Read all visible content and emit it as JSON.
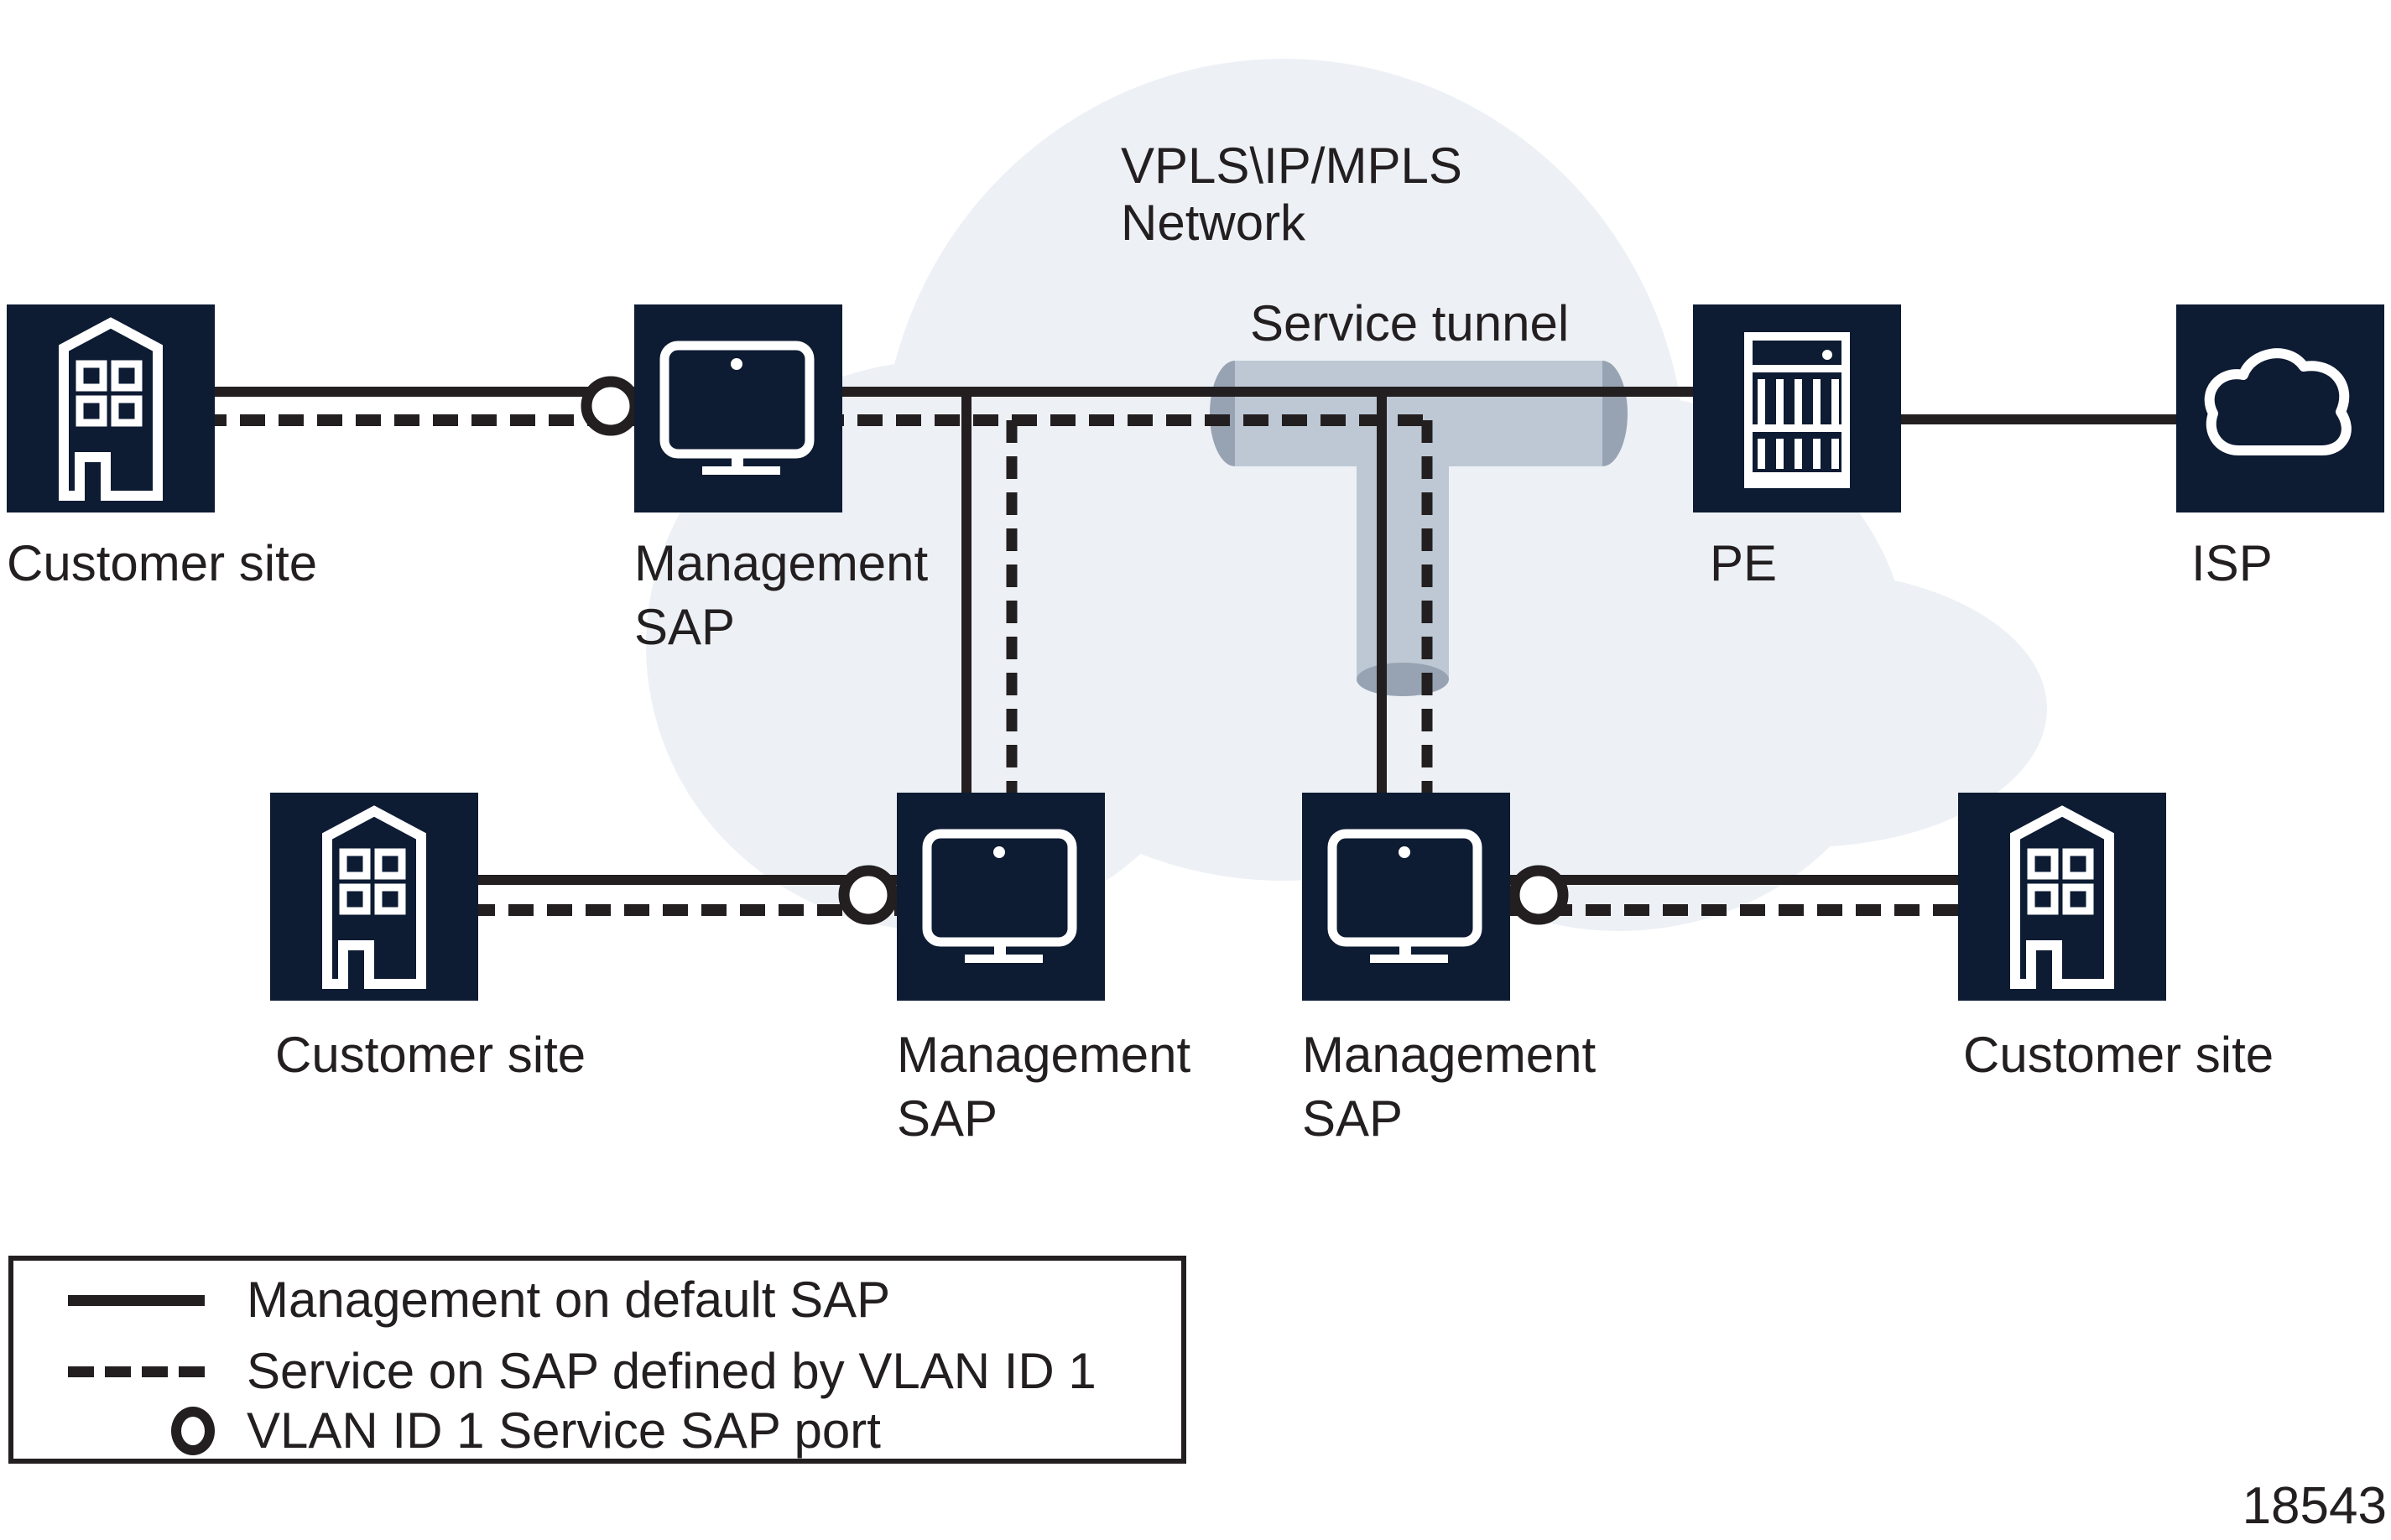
{
  "figure": {
    "number": "18543"
  },
  "cloud": {
    "label_line1": "VPLS\\IP/MPLS",
    "label_line2": "Network"
  },
  "tunnel": {
    "label": "Service tunnel"
  },
  "nodes": {
    "customer_site_top_left": {
      "label": "Customer site"
    },
    "management_sap_top": {
      "label_line1": "Management",
      "label_line2": "SAP"
    },
    "pe": {
      "label": "PE"
    },
    "isp": {
      "label": "ISP"
    },
    "customer_site_bottom_left": {
      "label": "Customer site"
    },
    "management_sap_bottom_left": {
      "label_line1": "Management",
      "label_line2": "SAP"
    },
    "management_sap_bottom_right": {
      "label_line1": "Management",
      "label_line2": "SAP"
    },
    "customer_site_bottom_right": {
      "label": "Customer site"
    }
  },
  "legend": {
    "items": [
      {
        "symbol": "solid-line",
        "label": "Management on default SAP"
      },
      {
        "symbol": "dashed-line",
        "label": "Service on SAP defined by VLAN ID 1"
      },
      {
        "symbol": "circle",
        "label": "VLAN ID 1 Service SAP port"
      }
    ]
  },
  "colors": {
    "node_fill": "#0d1b33",
    "icon_stroke": "#ffffff",
    "cloud_fill": "#edf1f6",
    "tunnel_body": "#bdc8d4",
    "tunnel_cap": "#97a3b2",
    "line": "#231f20",
    "background": "#ffffff"
  }
}
